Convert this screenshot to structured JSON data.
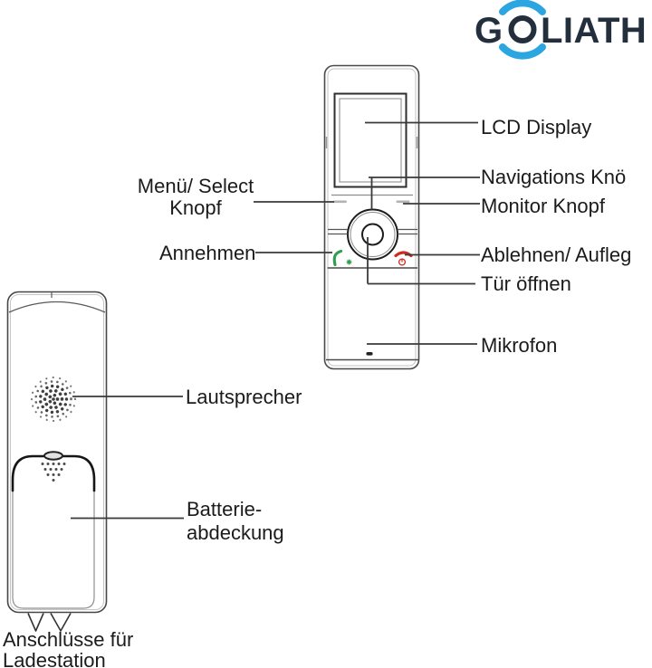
{
  "brand": {
    "name": "GOLIATH",
    "logo_left": "G",
    "logo_right": "LIATH",
    "navy": "#242f3e",
    "blue": "#2ca6e0"
  },
  "callouts": {
    "menu_line1": "Menü/ Select",
    "menu_line2": "Knopf",
    "answer": "Annehmen",
    "lcd": "LCD Display",
    "navigation": "Navigations Knö",
    "monitor": "Monitor Knopf",
    "reject": "Ablehnen/ Aufleg",
    "door": "Tür öffnen",
    "microphone": "Mikrofon",
    "speaker": "Lautsprecher",
    "battery_line1": "Batterie-",
    "battery_line2": "abdeckung",
    "dock_line1": "Anschlüsse für",
    "dock_line2": "Ladestation"
  },
  "icons": {
    "answer_icon_color": "#2f9e4f",
    "reject_icon_color": "#d02a1e"
  }
}
